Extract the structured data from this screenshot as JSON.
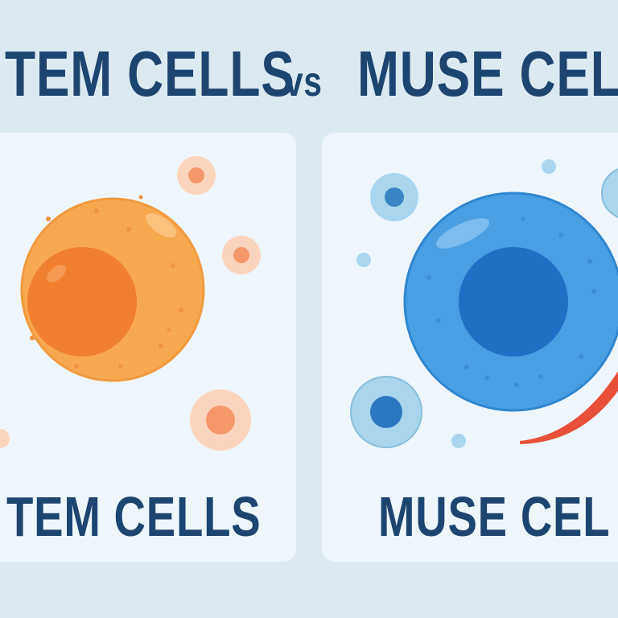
{
  "title": {
    "left": "TEM CELLS",
    "vs": "vs",
    "right": "MUSE CEL"
  },
  "panels": [
    {
      "label": "TEM CELLS",
      "color": "#f5a04a",
      "nucleus_color": "#f07e2c"
    },
    {
      "label": "MUSE CEL",
      "color": "#4a9de0",
      "nucleus_color": "#1f6fc4"
    }
  ],
  "accent_colors": {
    "text": "#1d4571",
    "arc": "#e8503a",
    "background": "#dde9f1",
    "panel": "#eef6fb"
  }
}
